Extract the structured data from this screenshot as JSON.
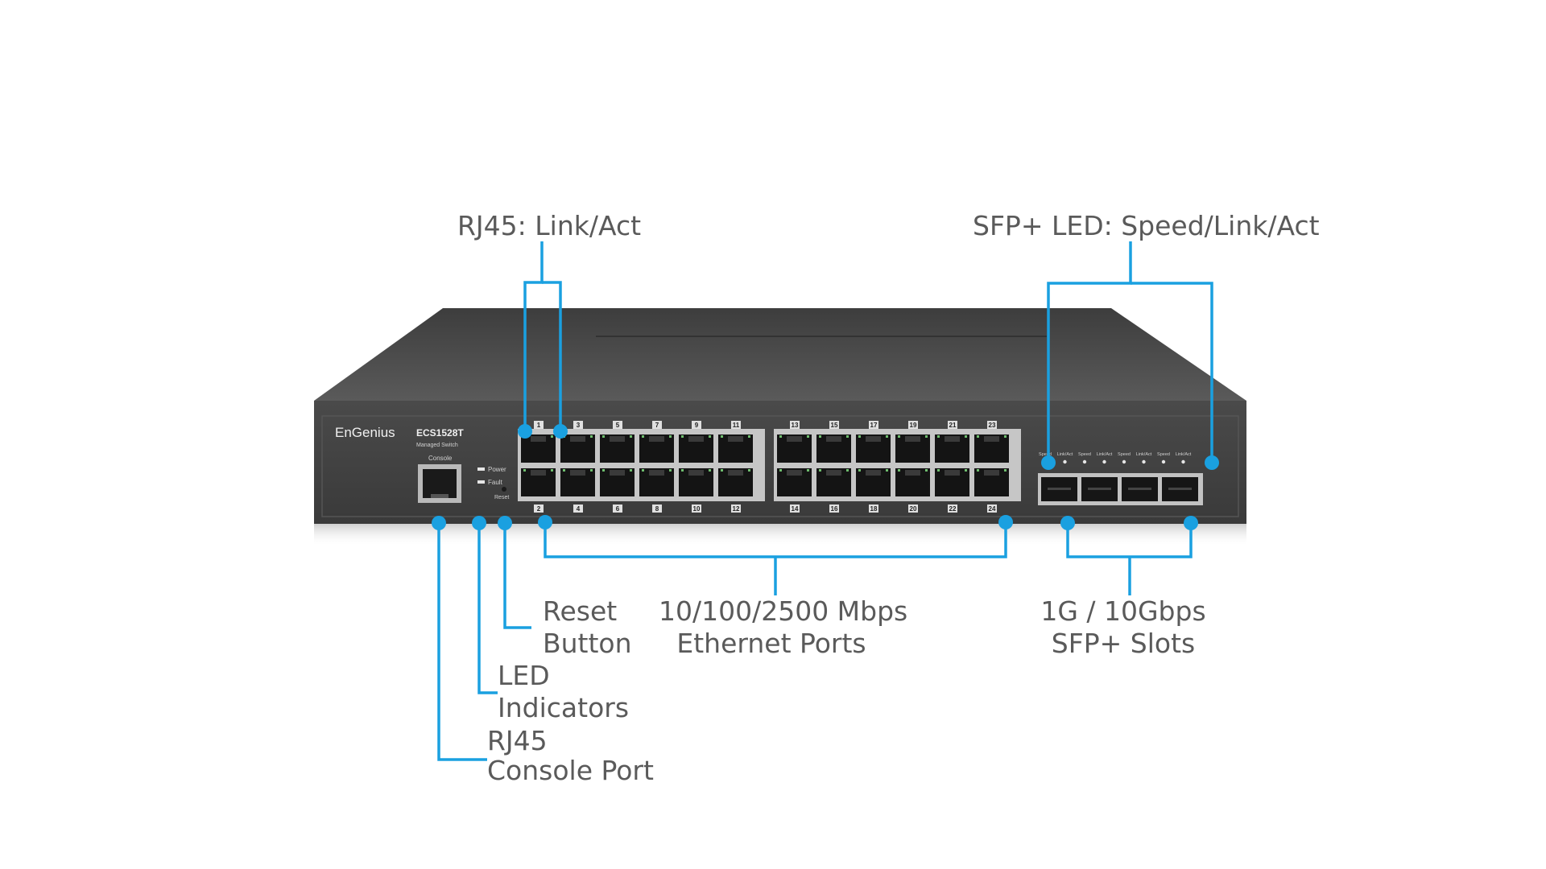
{
  "accent_color": "#1aa0e0",
  "device": {
    "brand": "EnGenius",
    "model": "ECS1528T",
    "subtitle": "Managed Switch",
    "console_label": "Console",
    "power_label": "Power",
    "fault_label": "Fault",
    "reset_label": "Reset",
    "top_port_numbers": [
      "1",
      "3",
      "5",
      "7",
      "9",
      "11",
      "13",
      "15",
      "17",
      "19",
      "21",
      "23"
    ],
    "bottom_port_numbers": [
      "2",
      "4",
      "6",
      "8",
      "10",
      "12",
      "14",
      "16",
      "18",
      "20",
      "22",
      "24"
    ],
    "sfp_led_labels": [
      "Speed",
      "Link/Act",
      "Speed",
      "Link/Act",
      "Speed",
      "Link/Act",
      "Speed",
      "Link/Act"
    ],
    "sfp_slot_count": 4
  },
  "callouts": {
    "rj45_led": "RJ45: Link/Act",
    "sfp_led": "SFP+ LED: Speed/Link/Act",
    "reset_line1": "Reset",
    "reset_line2": "Button",
    "ethernet_line1": "10/100/2500 Mbps",
    "ethernet_line2": "Ethernet Ports",
    "sfp_line1": "1G / 10Gbps",
    "sfp_line2": "SFP+ Slots",
    "led_line1": "LED",
    "led_line2": "Indicators",
    "console_line1": "RJ45",
    "console_line2": "Console Port"
  }
}
